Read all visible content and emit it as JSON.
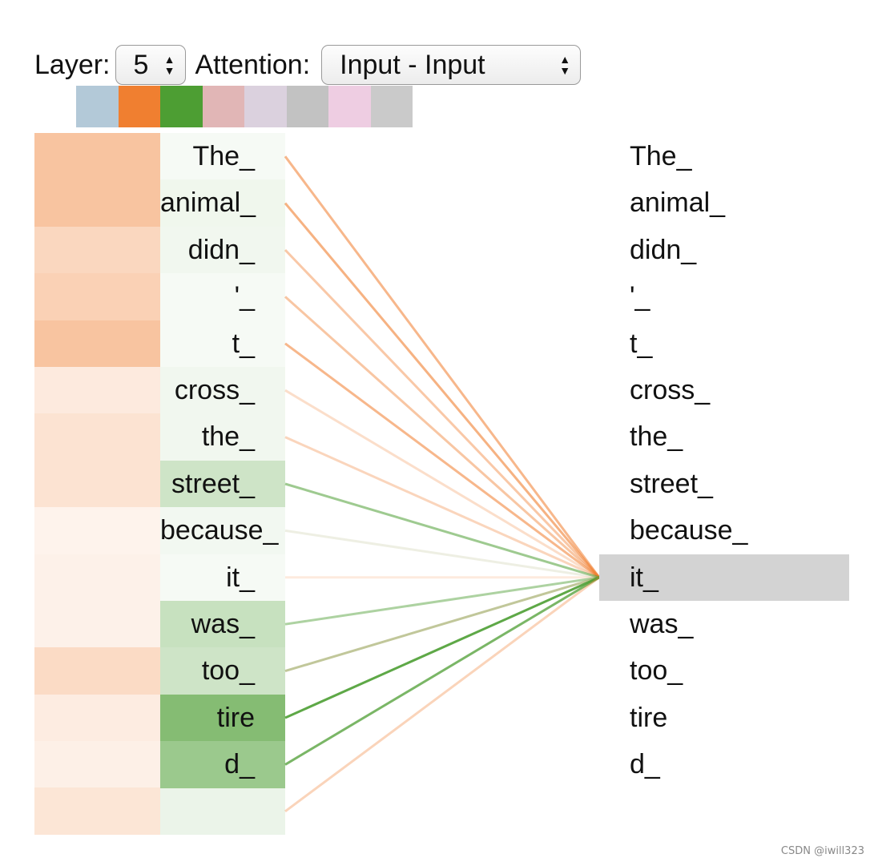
{
  "controls": {
    "layer_label": "Layer:",
    "layer_value": "5",
    "attention_label": "Attention:",
    "attention_value": "Input - Input"
  },
  "heads": {
    "colors": [
      "#b3c9d8",
      "#f07f30",
      "#4d9e33",
      "#e1b6b6",
      "#dbd1de",
      "#c2c2c2",
      "#eecde2",
      "#cacaca"
    ]
  },
  "attention": {
    "active_head_colors": [
      "#f07f30",
      "#4d9e33"
    ],
    "selected_index": 9,
    "left_tokens": [
      "The_",
      "animal_",
      "didn_",
      "'_",
      "t_",
      "cross_",
      "the_",
      "street_",
      "because_",
      "it_",
      "was_",
      "too_",
      "tire",
      "d_",
      ""
    ],
    "right_tokens": [
      "The_",
      "animal_",
      "didn_",
      "'_",
      "t_",
      "cross_",
      "the_",
      "street_",
      "because_",
      "it_",
      "was_",
      "too_",
      "tire",
      "d_"
    ],
    "head1_weights": [
      0.52,
      0.52,
      0.32,
      0.38,
      0.52,
      0.12,
      0.2,
      0.2,
      0.03,
      0.05,
      0.05,
      0.28,
      0.1,
      0.06,
      0.17
    ],
    "head2_weights": [
      0.0,
      0.05,
      0.04,
      0.0,
      0.0,
      0.04,
      0.04,
      0.3,
      0.03,
      0.0,
      0.35,
      0.3,
      0.85,
      0.68,
      0.08
    ]
  },
  "footer": {
    "credit": "CSDN @iwill323"
  }
}
